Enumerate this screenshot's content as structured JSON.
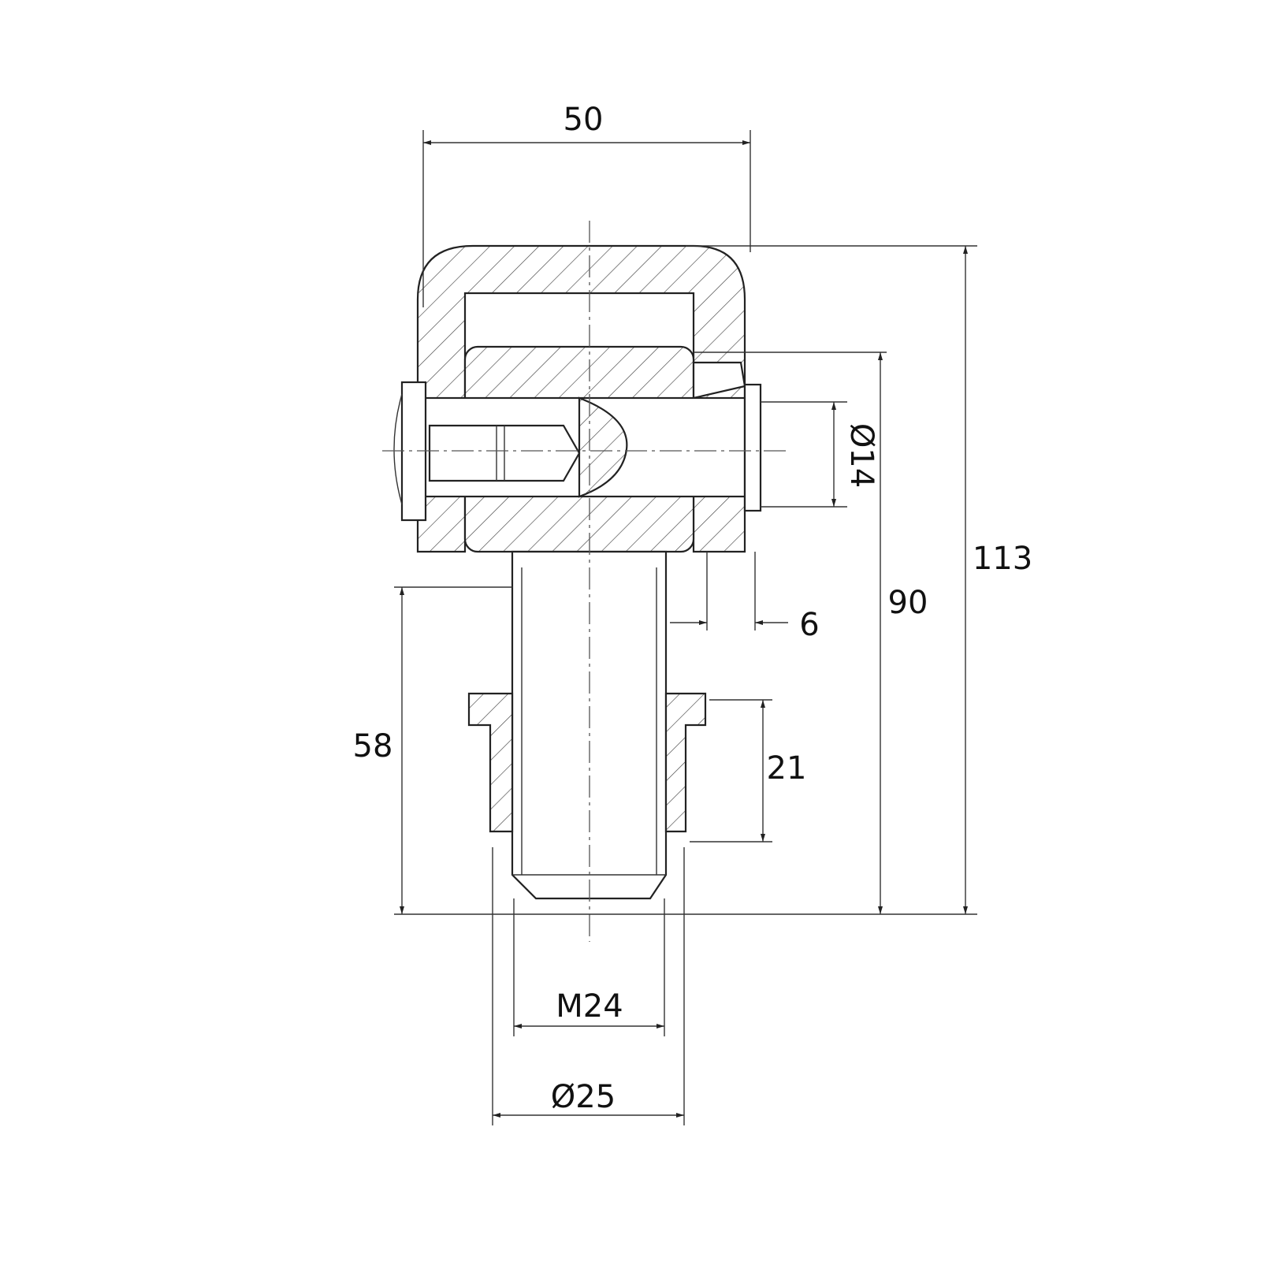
{
  "drawing": {
    "dimensions": {
      "width_top": "50",
      "height_total": "113",
      "height_eye_to_end": "90",
      "thread_length": "58",
      "nut_height": "21",
      "offset": "6",
      "pin_diameter": "Ø14",
      "thread": "M24",
      "nut_diameter": "Ø25"
    }
  }
}
